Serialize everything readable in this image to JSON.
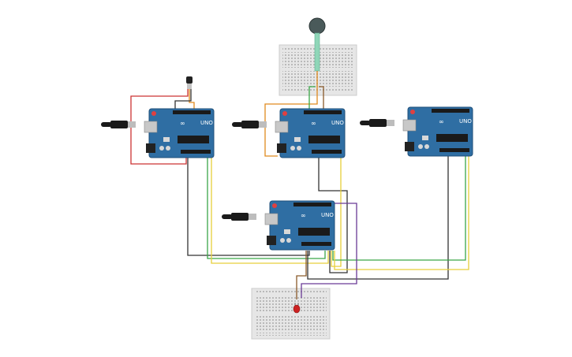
{
  "circuit": {
    "board_label": "UNO",
    "board_brand": "∞",
    "colors": {
      "board": "#2f6ea3",
      "board_dark": "#1f4f7a",
      "breadboard": "#e6e6e6",
      "wire_black": "#333333",
      "wire_red": "#cc3333",
      "wire_orange": "#e08a1e",
      "wire_yellow": "#e6cf3a",
      "wire_green": "#3aa648",
      "wire_purple": "#6a3a96",
      "wire_brown": "#8a5a2a",
      "led": "#cc2222",
      "sensor": "#4a5a5a",
      "sensor_tail": "#8fd6b8"
    },
    "components": {
      "boards": [
        {
          "id": "uno-1",
          "has_sensor": "temperature"
        },
        {
          "id": "uno-2",
          "has_sensor": "force"
        },
        {
          "id": "uno-3",
          "has_sensor": "none"
        },
        {
          "id": "uno-4",
          "has_sensor": "led"
        }
      ],
      "breadboards": 2,
      "usb_cables": 4
    }
  }
}
